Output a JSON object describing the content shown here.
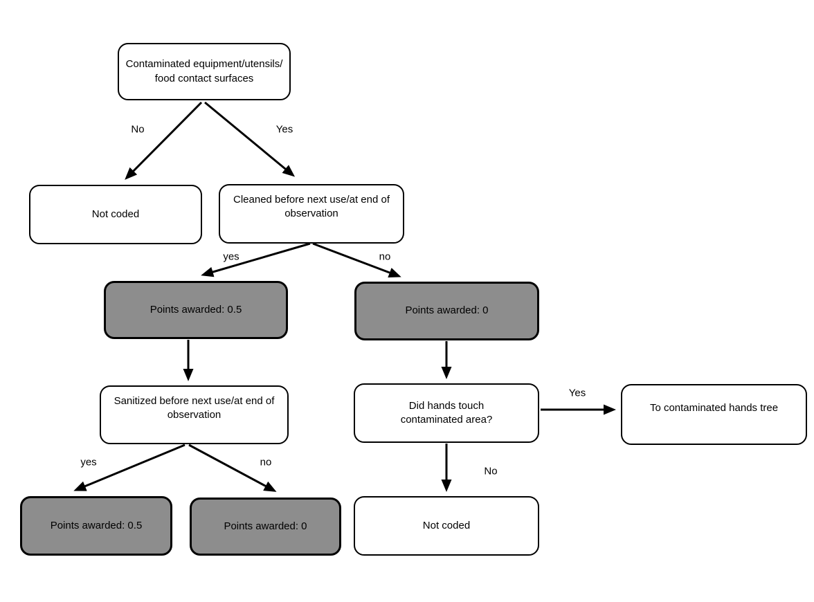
{
  "diagram": {
    "type": "flowchart-decision-tree",
    "background_color": "#ffffff",
    "colors": {
      "decision_node_fill": "#ffffff",
      "outcome_node_fill": "#8d8d8d",
      "node_border": "#000000",
      "arrow_color": "#000000",
      "text_color": "#000000"
    },
    "nodes": {
      "root": {
        "label": "Contaminated equipment/utensils/\nfood contact surfaces",
        "fill": "#ffffff"
      },
      "not_coded_left": {
        "label": "Not coded",
        "fill": "#ffffff"
      },
      "cleaned": {
        "label": "Cleaned before next use/at end of\nobservation",
        "fill": "#ffffff"
      },
      "points_half_upper": {
        "label": "Points awarded: 0.5",
        "fill": "#8d8d8d"
      },
      "points_zero_upper": {
        "label": "Points awarded: 0",
        "fill": "#8d8d8d"
      },
      "sanitized": {
        "label": "Sanitized before next use/at end of\nobservation",
        "fill": "#ffffff"
      },
      "did_hands_touch": {
        "label": "Did hands touch\ncontaminated area?",
        "fill": "#ffffff"
      },
      "to_contaminated_hands_tree": {
        "label": "To contaminated hands tree",
        "fill": "#ffffff"
      },
      "points_half_lower": {
        "label": "Points awarded: 0.5",
        "fill": "#8d8d8d"
      },
      "points_zero_lower": {
        "label": "Points awarded: 0",
        "fill": "#8d8d8d"
      },
      "not_coded_bottom": {
        "label": "Not coded",
        "fill": "#ffffff"
      }
    },
    "edges": [
      {
        "from": "root",
        "to": "not_coded_left",
        "label": "No"
      },
      {
        "from": "root",
        "to": "cleaned",
        "label": "Yes"
      },
      {
        "from": "cleaned",
        "to": "points_half_upper",
        "label": "yes"
      },
      {
        "from": "cleaned",
        "to": "points_zero_upper",
        "label": "no"
      },
      {
        "from": "points_half_upper",
        "to": "sanitized",
        "label": ""
      },
      {
        "from": "points_zero_upper",
        "to": "did_hands_touch",
        "label": ""
      },
      {
        "from": "sanitized",
        "to": "points_half_lower",
        "label": "yes"
      },
      {
        "from": "sanitized",
        "to": "points_zero_lower",
        "label": "no"
      },
      {
        "from": "did_hands_touch",
        "to": "to_contaminated_hands_tree",
        "label": "Yes"
      },
      {
        "from": "did_hands_touch",
        "to": "not_coded_bottom",
        "label": "No"
      }
    ]
  }
}
